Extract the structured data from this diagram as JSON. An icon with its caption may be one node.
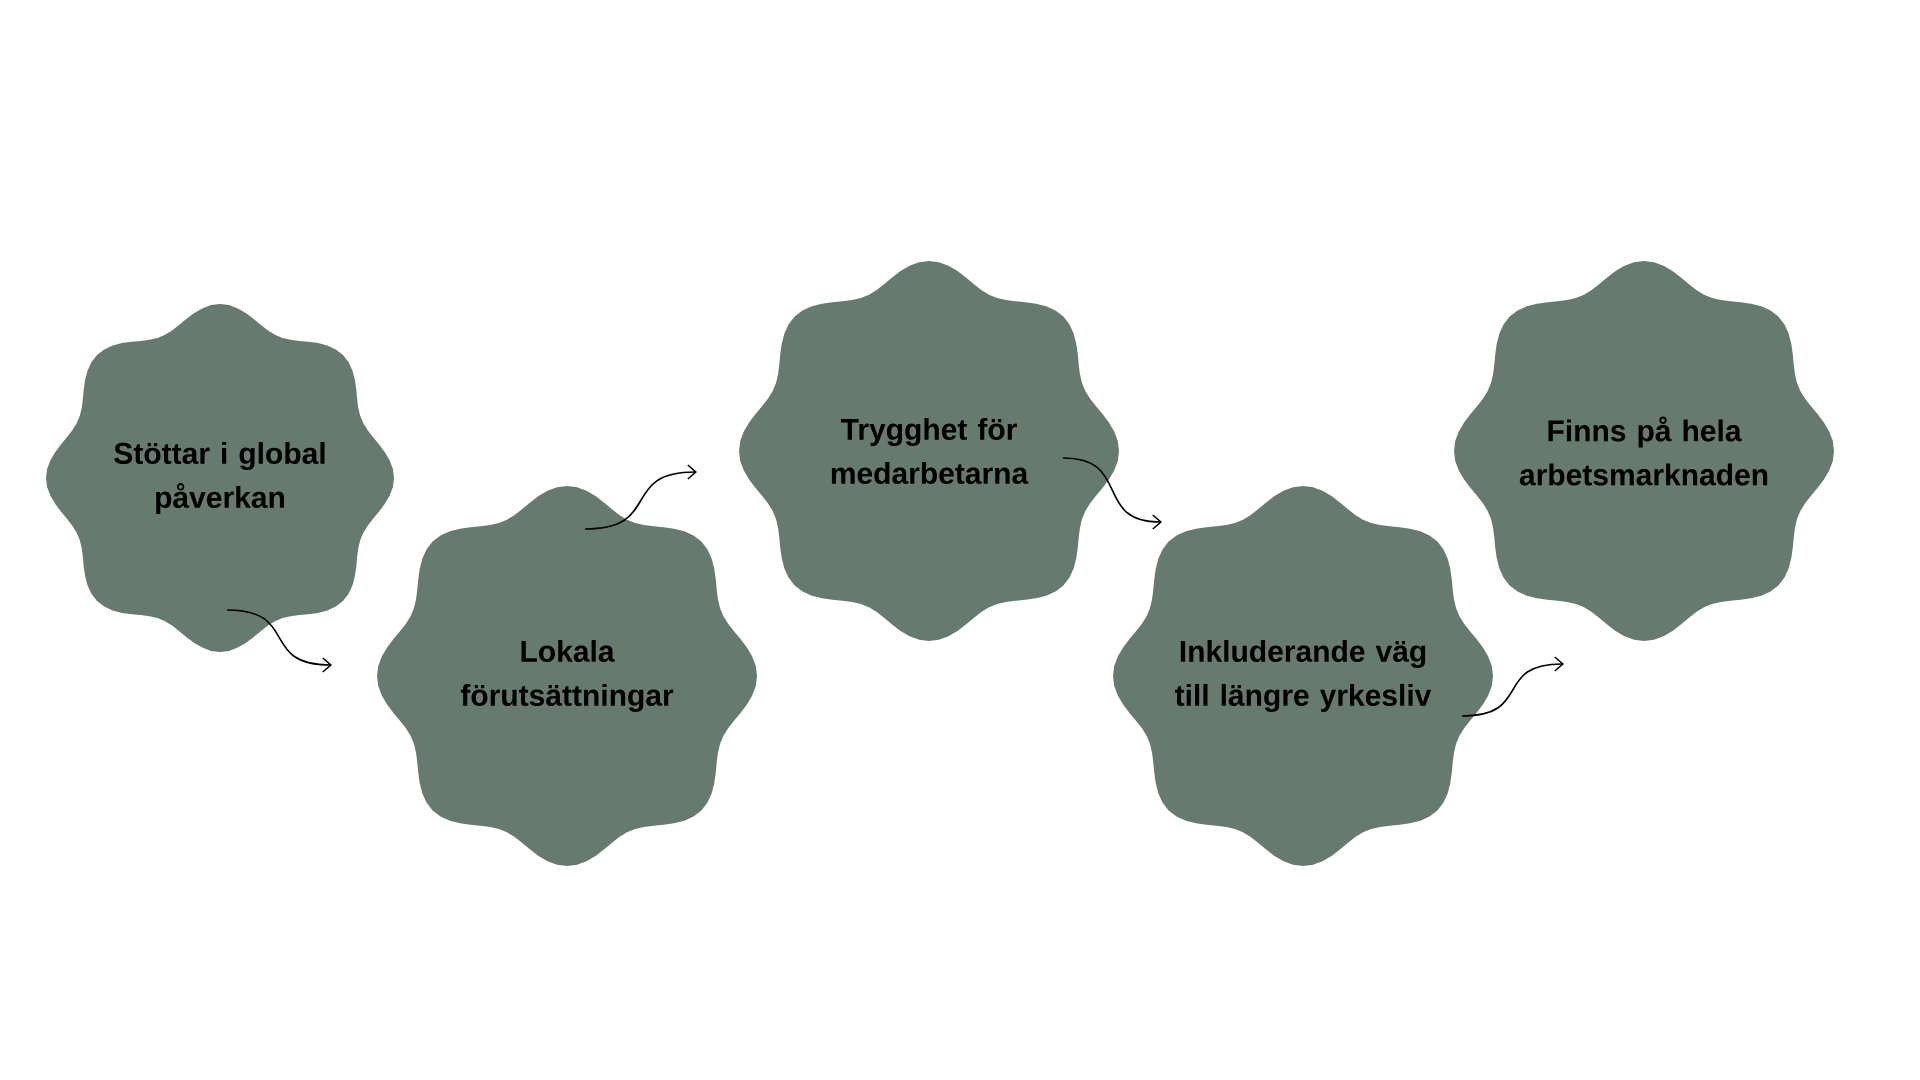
{
  "diagram": {
    "nodes": [
      {
        "text": [
          "Stöttar i global påverkan"
        ]
      },
      {
        "text": [
          "Lokala förutsättningar"
        ]
      },
      {
        "text": [
          "Trygghet för medarbetarna"
        ]
      },
      {
        "text": [
          "Inkluderande väg till längre yrkesliv"
        ]
      },
      {
        "text": [
          "Finns på hela arbetsmarknaden"
        ]
      }
    ],
    "edges": [
      {
        "from": 0,
        "to": 1,
        "arrow": "to"
      },
      {
        "from": 1,
        "to": 2,
        "arrow": "to"
      },
      {
        "from": 2,
        "to": 3,
        "arrow": "to"
      },
      {
        "from": 3,
        "to": 4,
        "arrow": "to"
      }
    ]
  }
}
